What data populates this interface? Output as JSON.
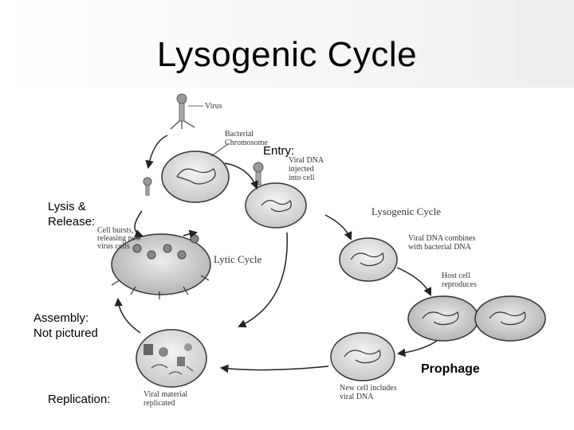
{
  "slide": {
    "title": "Lysogenic Cycle",
    "labels": {
      "entry": "Entry:",
      "lysis": [
        "Lysis &",
        "Release:"
      ],
      "assembly": [
        "Assembly:",
        "Not pictured"
      ],
      "replication": "Replication:",
      "prophage": "Prophage"
    }
  },
  "diagram": {
    "virus": "Virus",
    "bacterial_chromosome": [
      "Bacterial",
      "Chromosome"
    ],
    "viral_dna_injected": [
      "Viral DNA",
      "injected",
      "into cell"
    ],
    "lysogenic_cycle": "Lysogenic Cycle",
    "lytic_cycle": "Lytic Cycle",
    "cell_bursts": [
      "Cell bursts,",
      "releasing new",
      "virus cells"
    ],
    "dna_combines": [
      "Viral DNA combines",
      "with bacterial DNA"
    ],
    "host_reproduces": [
      "Host cell",
      "reproduces"
    ],
    "new_cell": [
      "New cell includes",
      "viral DNA"
    ],
    "viral_material": [
      "Viral material",
      "replicated"
    ]
  }
}
